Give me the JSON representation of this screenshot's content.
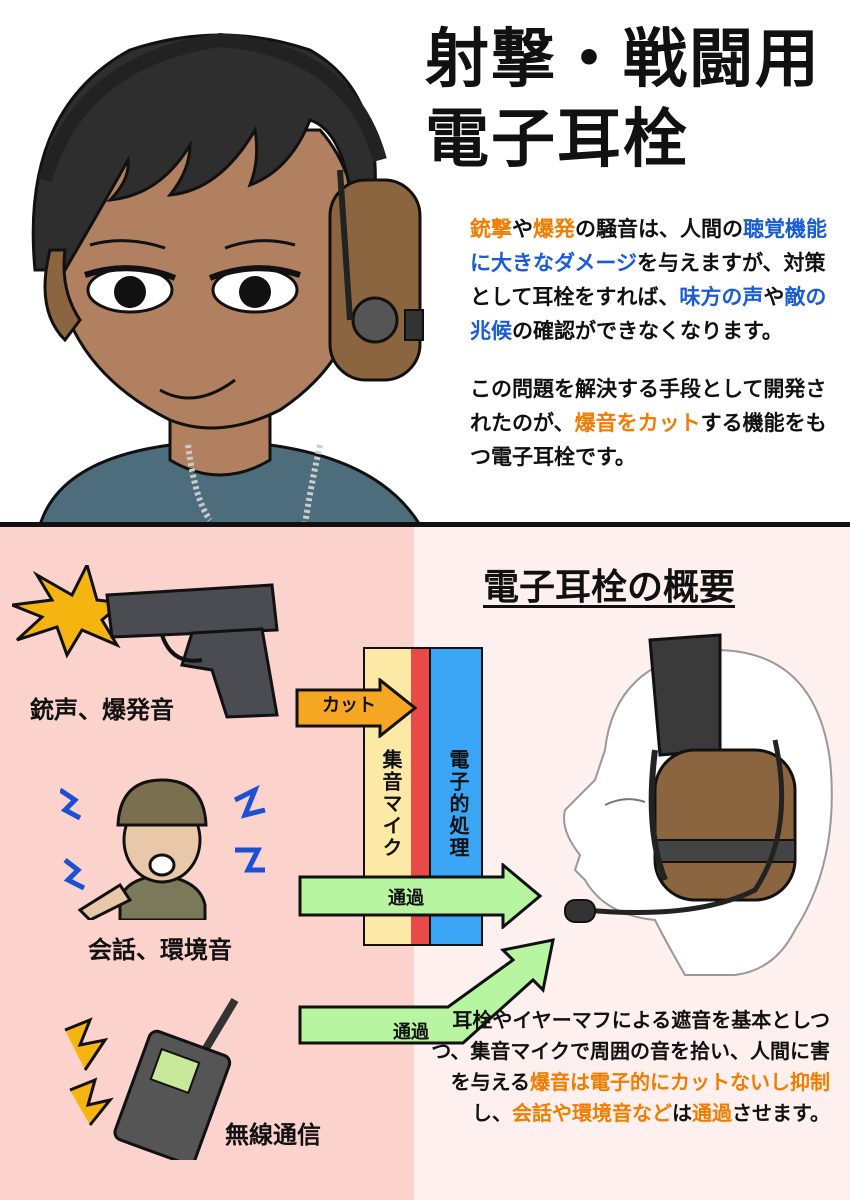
{
  "title": {
    "line1": "射撃・戦闘用",
    "line2": "電子耳栓"
  },
  "intro": {
    "p1": [
      {
        "t": "銃撃",
        "c": "o"
      },
      {
        "t": "や",
        "c": ""
      },
      {
        "t": "爆発",
        "c": "o"
      },
      {
        "t": "の騒音は、人間の",
        "c": ""
      },
      {
        "t": "聴覚機能に大きなダメージ",
        "c": "b"
      },
      {
        "t": "を与えますが、対策として耳栓をすれば、",
        "c": ""
      },
      {
        "t": "味方の声",
        "c": "b"
      },
      {
        "t": "や",
        "c": ""
      },
      {
        "t": "敵の兆候",
        "c": "b"
      },
      {
        "t": "の確認ができなくなります。",
        "c": ""
      }
    ],
    "p2": [
      {
        "t": "この問題を解決する手段として開発されたのが、",
        "c": ""
      },
      {
        "t": "爆音をカット",
        "c": "o"
      },
      {
        "t": "する機能をもつ電子耳栓です。",
        "c": ""
      }
    ]
  },
  "overview": {
    "title": "電子耳栓の概要",
    "sources": {
      "gun": "銃声、爆発音",
      "talk": "会話、環境音",
      "radio": "無線通信"
    },
    "bands": {
      "mic": "集音マイク",
      "processing": "電子的処理"
    },
    "arrows": {
      "cut": "カット",
      "pass1": "通過",
      "pass2": "通過"
    },
    "colors": {
      "cut": "#f5a623",
      "pass": "#b8f5a0",
      "mic_band": "#fde9a6",
      "red_band": "#e84a4a",
      "blue_band": "#3aa6f5"
    }
  },
  "note": [
    {
      "t": "耳栓やイヤーマフによる遮音を基本としつつ、集音マイクで周囲の音を拾い、人間に害を与える",
      "c": ""
    },
    {
      "t": "爆音は電子的にカットないし抑制",
      "c": "o"
    },
    {
      "t": "し、",
      "c": ""
    },
    {
      "t": "会話や環境音など",
      "c": "o"
    },
    {
      "t": "は",
      "c": ""
    },
    {
      "t": "通過",
      "c": "o"
    },
    {
      "t": "させます。",
      "c": ""
    }
  ]
}
